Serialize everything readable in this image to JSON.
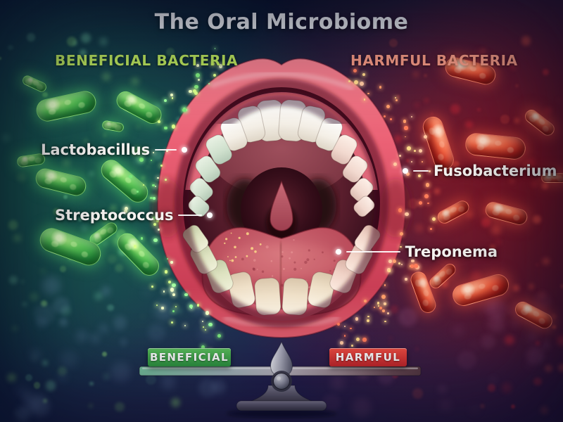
{
  "title": "The Oral Microbiome",
  "headers": {
    "beneficial": "BENEFICIAL BACTERIA",
    "harmful": "HARMFUL BACTERIA"
  },
  "callouts": {
    "lactobacillus": "Lactobacillus",
    "streptococcus": "Streptococcus",
    "fusobacterium": "Fusobacterium",
    "treponema": "Treponema"
  },
  "scale": {
    "beneficial": "BENEFICIAL",
    "harmful": "HARMFUL"
  },
  "colors": {
    "beneficial_text": "#b9e25b",
    "harmful_text": "#f69a84",
    "beneficial_badge": "#2e9640",
    "harmful_badge": "#c8262b",
    "title_text": "#f4f6fb"
  }
}
